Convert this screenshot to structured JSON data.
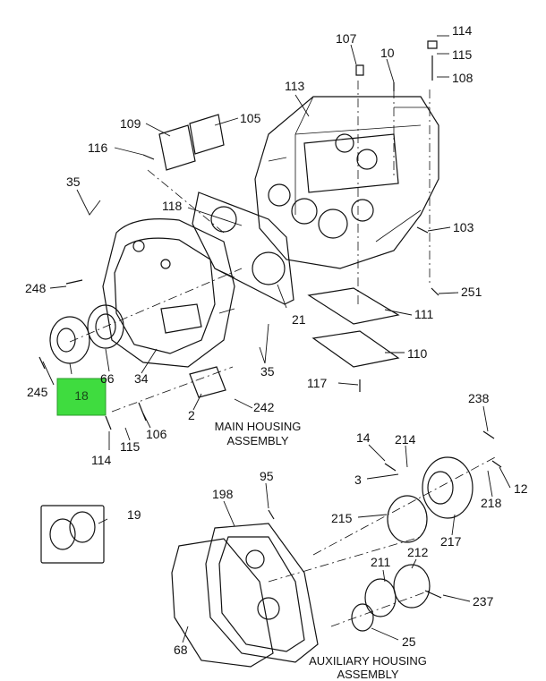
{
  "diagram": {
    "callouts": {
      "c107": "107",
      "c10": "10",
      "c114_top": "114",
      "c115_top": "115",
      "c108": "108",
      "c113": "113",
      "c109": "109",
      "c105": "105",
      "c116": "116",
      "c35_top": "35",
      "c118": "118",
      "c103": "103",
      "c248": "248",
      "c251": "251",
      "c21": "21",
      "c111": "111",
      "c35_bottom": "35",
      "c110": "110",
      "c245": "245",
      "c66": "66",
      "c34": "34",
      "c18": "18",
      "c117": "117",
      "c238": "238",
      "c2": "2",
      "c242": "242",
      "c114_bottom": "114",
      "c115_bottom": "115",
      "c106": "106",
      "c14": "14",
      "c214": "214",
      "c3": "3",
      "c12": "12",
      "c218": "218",
      "c95": "95",
      "c198": "198",
      "c19": "19",
      "c215": "215",
      "c217": "217",
      "c211": "211",
      "c212": "212",
      "c237": "237",
      "c68": "68",
      "c25": "25"
    },
    "captions": {
      "main_line1": "MAIN HOUSING",
      "main_line2": "ASSEMBLY",
      "aux_line1": "AUXILIARY HOUSING",
      "aux_line2": "ASSEMBLY"
    },
    "highlight": {
      "color": "#3fdc3f",
      "part": "18"
    }
  }
}
